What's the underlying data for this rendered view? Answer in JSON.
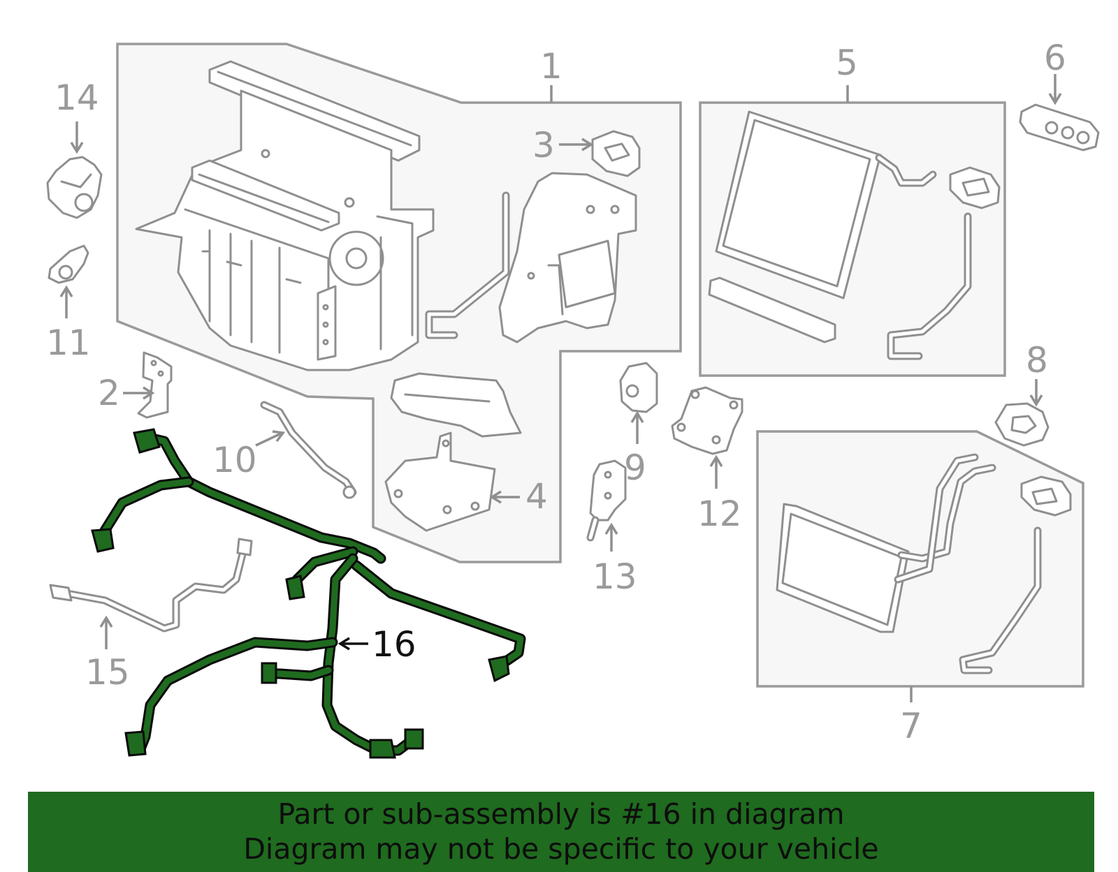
{
  "diagram": {
    "callouts": {
      "c1": "1",
      "c2": "2",
      "c3": "3",
      "c4": "4",
      "c5": "5",
      "c6": "6",
      "c7": "7",
      "c8": "8",
      "c9": "9",
      "c10": "10",
      "c11": "11",
      "c12": "12",
      "c13": "13",
      "c14": "14",
      "c15": "15",
      "c16": "16"
    },
    "highlighted_part": "16",
    "highlight_color": "#1f6b1f",
    "part_color": "#8f8f8f"
  },
  "banner": {
    "line1": "Part or sub-assembly is #16 in diagram",
    "line2": "Diagram may not be specific to your vehicle",
    "color": "#1f6b1f"
  }
}
